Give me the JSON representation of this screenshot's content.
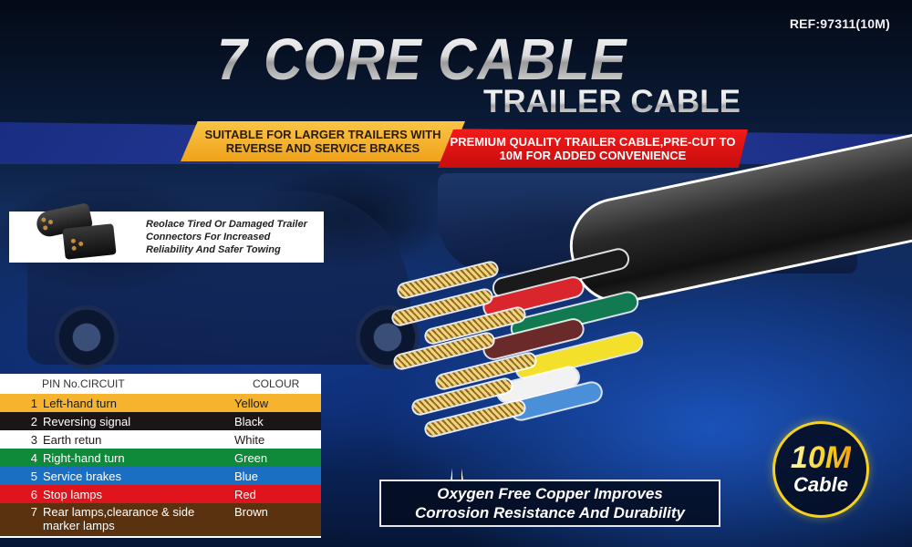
{
  "ref": "REF:97311(10M)",
  "title": "7 CORE CABLE",
  "subtitle": "TRAILER CABLE",
  "banners": {
    "orange": [
      "SUITABLE FOR LARGER TRAILERS WITH",
      "REVERSE  AND SERVICE BRAKES"
    ],
    "red": [
      "PREMIUM QUALITY TRAILER CABLE,PRE-CUT TO",
      "10M FOR ADDED CONVENIENCE"
    ]
  },
  "connector_note": [
    "Reolace Tired Or Damaged Trailer",
    "Connectors For Increased",
    "Reliability And Safer Towing"
  ],
  "pin_table": {
    "headers": {
      "pin_circuit": "PIN No.CIRCUIT",
      "colour": "COLOUR"
    },
    "rows": [
      {
        "pin": "1",
        "circuit": "Left-hand turn",
        "colour": "Yellow",
        "bg": "#f5b32e",
        "fg": "#1a1a1a"
      },
      {
        "pin": "2",
        "circuit": "Reversing signal",
        "colour": "Black",
        "bg": "#1b1515",
        "fg": "#ffffff"
      },
      {
        "pin": "3",
        "circuit": "Earth retun",
        "colour": "White",
        "bg": "#ffffff",
        "fg": "#1a1a1a"
      },
      {
        "pin": "4",
        "circuit": "Right-hand turn",
        "colour": "Green",
        "bg": "#0f8a3a",
        "fg": "#ffffff"
      },
      {
        "pin": "5",
        "circuit": "Service brakes",
        "colour": "Blue",
        "bg": "#1a6fc2",
        "fg": "#ffffff"
      },
      {
        "pin": "6",
        "circuit": "Stop lamps",
        "colour": "Red",
        "bg": "#e0141c",
        "fg": "#ffffff"
      },
      {
        "pin": "7",
        "circuit": "Rear lamps,clearance & side marker lamps",
        "colour": "Brown",
        "bg": "#5a3210",
        "fg": "#ffffff"
      }
    ]
  },
  "wires": [
    {
      "colour": "#1a1a1a"
    },
    {
      "colour": "#d8262c"
    },
    {
      "colour": "#117a50"
    },
    {
      "colour": "#6b2a2a"
    },
    {
      "colour": "#f2e02a"
    },
    {
      "colour": "#f2f2f2"
    },
    {
      "colour": "#4a90d9"
    }
  ],
  "callout": [
    "Oxygen Free Copper Improves",
    "Corrosion Resistance And Durability"
  ],
  "badge": {
    "big": "10M",
    "small": "Cable"
  }
}
